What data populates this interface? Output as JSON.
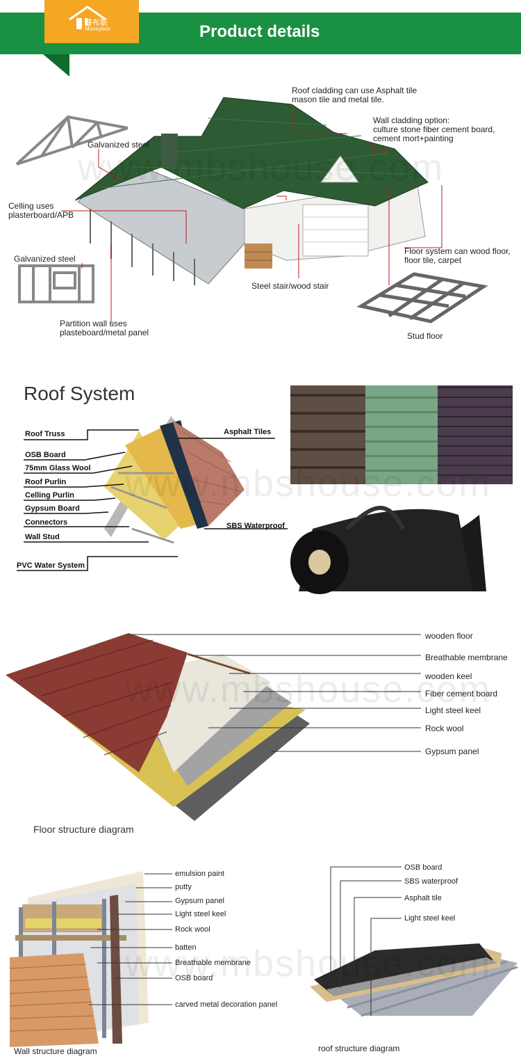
{
  "colors": {
    "banner_green": "#1a9142",
    "logo_orange": "#f5a623",
    "line_red": "#c3171c",
    "roof_green": "#2d5b33"
  },
  "header": {
    "title": "Product details",
    "logo_cn": "曼布斯",
    "logo_en": "Moneybox"
  },
  "watermark": "www.mbshouse.com",
  "house": {
    "roof_cladding": [
      "Roof cladding can use Asphalt tile",
      "mason tile and metal tile."
    ],
    "wall_cladding": [
      "Wall cladding option:",
      "culture stone fiber cement board,",
      "cement mort+painting"
    ],
    "galv_steel_top": "Galvanized steel",
    "ceiling": [
      "Celling uses",
      "plasterboard/APB"
    ],
    "galv_steel_left": "Galvanized steel",
    "floor_system": [
      "Floor system can wood floor,",
      "floor tile, carpet"
    ],
    "stair": "Steel stair/wood stair",
    "partition": [
      "Partition wall uses",
      "plasteboard/metal panel"
    ],
    "stud_floor": "Stud floor"
  },
  "roof_system": {
    "title": "Roof System",
    "layers": [
      "Roof Truss",
      "OSB Board",
      "75mm Glass Wool",
      "Roof Purlin",
      "Celling Purlin",
      "Gypsum Board",
      "Connectors",
      "Wall Stud",
      "PVC Water System"
    ],
    "asphalt": "Asphalt Tiles",
    "sbs": "SBS Waterproof"
  },
  "floor_structure": {
    "title": "Floor structure diagram",
    "layers": [
      "wooden floor",
      "Breathable membrane",
      "wooden keel",
      "Fiber cement board",
      "Light steel keel",
      "Rock wool",
      "Gypsum panel"
    ]
  },
  "wall_structure": {
    "title": "Wall structure diagram",
    "layers": [
      "emulsion paint",
      "putty",
      "Gypsum panel",
      "Light steel keel",
      "Rock wool",
      "batten",
      "Breathable membrane",
      "OSB board",
      "carved metal decoration panel"
    ]
  },
  "roof_structure": {
    "title": "roof structure diagram",
    "layers": [
      "OSB board",
      "SBS waterproof",
      "Asphalt tile",
      "Light steel keel"
    ]
  }
}
